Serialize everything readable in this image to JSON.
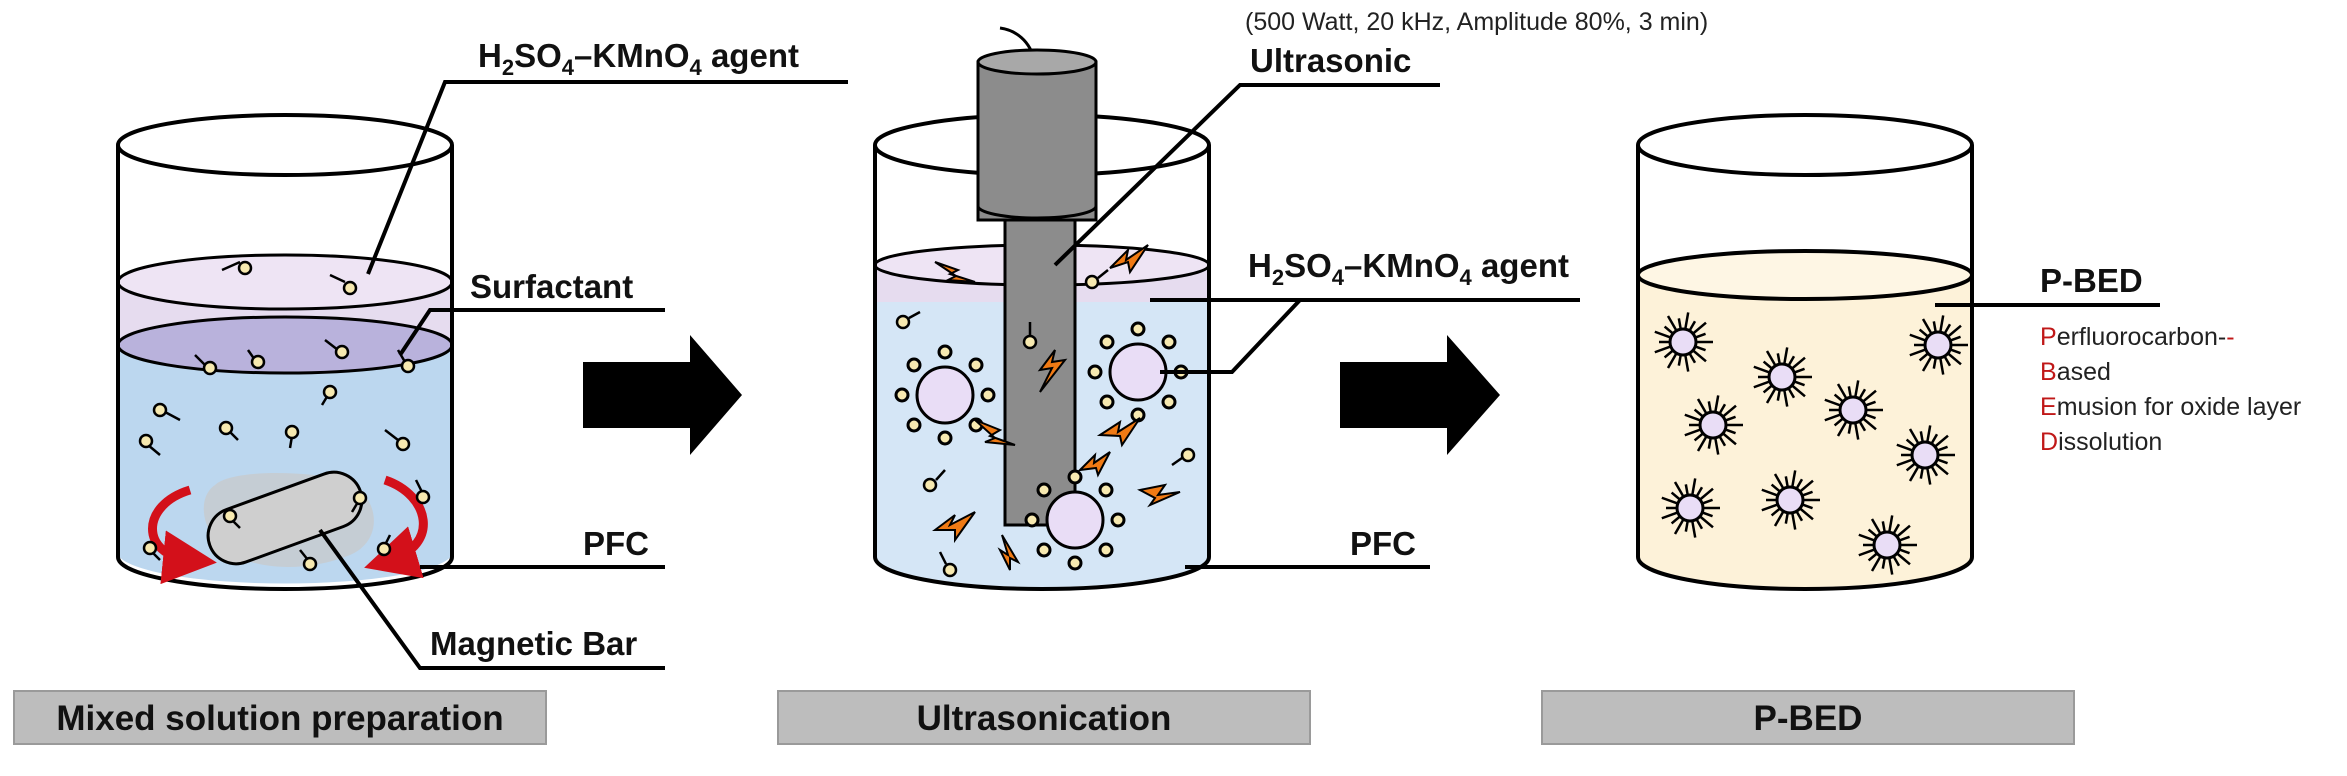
{
  "labels": {
    "agent_1_prefix": "H",
    "agent_1_sub1": "2",
    "agent_1_mid": "SO",
    "agent_1_sub2": "4",
    "agent_1_suffix": "–KMnO",
    "agent_1_sub3": "4",
    "agent_1_tail": " agent",
    "surfactant": "Surfactant",
    "pfc_1": "PFC",
    "magnetic_bar": "Magnetic Bar",
    "ultrasonic_params": "(500 Watt, 20 kHz,  Amplitude  80%, 3 min)",
    "ultrasonic": "Ultrasonic",
    "agent_2_prefix": "H",
    "agent_2_sub1": "2",
    "agent_2_mid": "SO",
    "agent_2_sub2": "4",
    "agent_2_suffix": "–KMnO",
    "agent_2_sub3": "4",
    "agent_2_tail": " agent",
    "pfc_2": "PFC",
    "pbed": "P-BED"
  },
  "acronym": [
    {
      "letter": "P",
      "rest": "erfluorocarbon-"
    },
    {
      "letter": "B",
      "rest": "ased"
    },
    {
      "letter": "E",
      "rest": "musion for oxide layer"
    },
    {
      "letter": "D",
      "rest": "issolution"
    }
  ],
  "stages": [
    {
      "label": "Mixed solution preparation"
    },
    {
      "label": "Ultrasonication"
    },
    {
      "label": "P-BED"
    }
  ],
  "colors": {
    "pfc_liquid": "#bcd7ef",
    "agent_layer": "#e6dcef",
    "interface": "#b9b2dc",
    "emulsion": "#fdf2d9",
    "droplet_core": "#e9ddf6",
    "surfactant_head": "#f7e9b0",
    "stir_arrow": "#d3101a",
    "spark": "#f07a14",
    "acronym_highlight": "#c01818"
  }
}
